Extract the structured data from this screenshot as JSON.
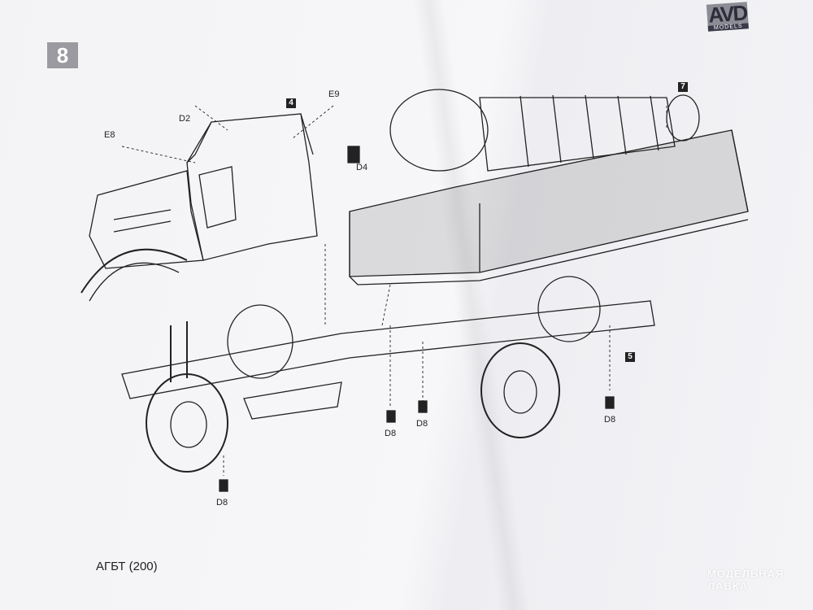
{
  "step_number": "8",
  "brand_logo": {
    "big": "AVD",
    "small": "MODELS"
  },
  "sub_steps": [
    "4",
    "7",
    "5"
  ],
  "part_labels": {
    "e8": "E8",
    "e9": "E9",
    "d2": "D2",
    "d4": "D4",
    "d8": [
      "D8",
      "D8",
      "D8",
      "D8"
    ]
  },
  "footer_title": "АГБТ (200)",
  "watermark": {
    "line1": "МОДЕЛЬНАЯ",
    "line2": "ЛАВКА"
  }
}
